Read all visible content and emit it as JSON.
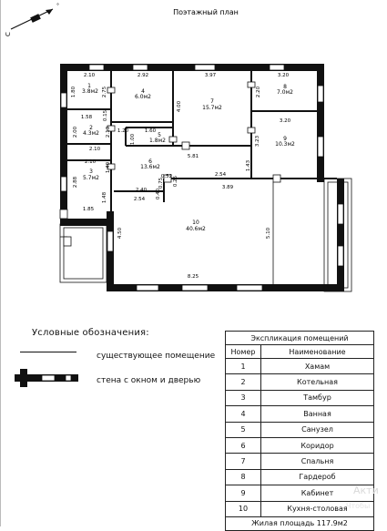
{
  "header": {
    "title": "Поэтажный план",
    "compass_mark": "С"
  },
  "rooms": [
    {
      "id": "1",
      "area": "3.8м2"
    },
    {
      "id": "2",
      "area": "4.3м2"
    },
    {
      "id": "3",
      "area": "5.7м2"
    },
    {
      "id": "4",
      "area": "6.0м2"
    },
    {
      "id": "5",
      "area": "1.8м2"
    },
    {
      "id": "6",
      "area": "13.6м2"
    },
    {
      "id": "7",
      "area": "15.7м2"
    },
    {
      "id": "8",
      "area": "7.0м2"
    },
    {
      "id": "9",
      "area": "10.3м2"
    },
    {
      "id": "10",
      "area": "40.6м2"
    }
  ],
  "dimensions": {
    "d210a": "2.10",
    "d180": "1.80",
    "d275": "2.75",
    "d292": "2.92",
    "d397": "3.97",
    "d320a": "3.20",
    "d220": "2.20",
    "d400": "4.00",
    "d158": "1.58",
    "d015": "0.15",
    "d200": "2.00",
    "d213": "2.13",
    "d160": "1.60",
    "d120": "1.20",
    "d210b": "2.10",
    "d210c": "2.10",
    "d100": "1.00",
    "d320b": "3.20",
    "d323": "3.23",
    "d581": "5.81",
    "d143": "1.43",
    "d254a": "2.54",
    "d140": "1.40",
    "d288": "2.88",
    "d148": "1.48",
    "d240": "2.40",
    "d254b": "2.54",
    "d052": "0.52",
    "d075": "0.75",
    "d025": "0.25",
    "d040": "0.40",
    "d389": "3.89",
    "d185": "1.85",
    "d450": "4.50",
    "d510": "5.10",
    "d825": "8.25"
  },
  "legend": {
    "title": "Условные обозначения:",
    "existing_room": "существующее помещение",
    "wall_window_door": "стена с окном и дверью"
  },
  "explication": {
    "title": "Экспликация помещений",
    "col_number": "Номер",
    "col_name": "Наименование",
    "rows": [
      {
        "n": "1",
        "name": "Хамам"
      },
      {
        "n": "2",
        "name": "Котельная"
      },
      {
        "n": "3",
        "name": "Тамбур"
      },
      {
        "n": "4",
        "name": "Ванная"
      },
      {
        "n": "5",
        "name": "Санузел"
      },
      {
        "n": "6",
        "name": "Коридор"
      },
      {
        "n": "7",
        "name": "Спальня"
      },
      {
        "n": "8",
        "name": "Гардероб"
      },
      {
        "n": "9",
        "name": "Кабинет"
      },
      {
        "n": "10",
        "name": "Кухня-столовая"
      }
    ],
    "total": "Жилая площадь 117.9м2"
  },
  "watermark": {
    "line1": "Акти",
    "line2": "Чтобы"
  }
}
